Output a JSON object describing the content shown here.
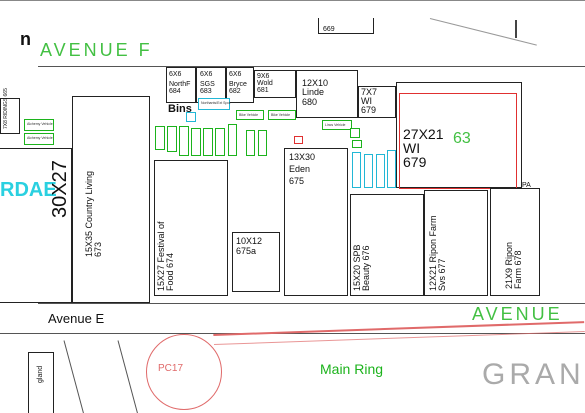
{
  "map": {
    "header_top_left": "n",
    "top_plot_number": "669",
    "avenue_f": "AVENUE F",
    "avenue_e_left": "Avenue E",
    "avenue_e_right": "AVENUE",
    "main_ring": "Main Ring",
    "grand_partial": "GRAN",
    "pc17": "PC17",
    "cut_label_bottom_left": "gland",
    "cut_label_left": "RDAE",
    "pa_marker": "PA",
    "bins": "Bins",
    "big_63": "63",
    "left_narrow": {
      "size": "7X8",
      "name": "RIDINGS",
      "number": "665"
    },
    "plots": [
      {
        "id": "northf",
        "lines": [
          "6X6",
          "NorthF",
          "684"
        ]
      },
      {
        "id": "sgs",
        "lines": [
          "6X6",
          "SGS",
          "683"
        ]
      },
      {
        "id": "bryce",
        "lines": [
          "6X6",
          "Bryce",
          "682"
        ]
      },
      {
        "id": "wold",
        "lines": [
          "9X6",
          "Wold",
          "681"
        ]
      },
      {
        "id": "linde",
        "lines": [
          "12X10",
          "Linde",
          "680"
        ]
      },
      {
        "id": "wi679a",
        "lines": [
          "7X7",
          "WI",
          "679"
        ]
      },
      {
        "id": "wi679b",
        "lines": [
          "27X21",
          "WI",
          "679"
        ]
      },
      {
        "id": "eden",
        "lines": [
          "13X30",
          "Eden",
          "675"
        ]
      },
      {
        "id": "p675a",
        "lines": [
          "10X12",
          "675a"
        ]
      },
      {
        "id": "country",
        "text": "15X35 Country Living 673"
      },
      {
        "id": "festival",
        "text": "15X27 Festival of Food 674"
      },
      {
        "id": "spb",
        "text": "15X20 SPB Beauty 676"
      },
      {
        "id": "ripon_svs",
        "text": "12X21 Ripon Farm Svs 677"
      },
      {
        "id": "ripon_farm",
        "text": "21X9 Ripon Farm 678"
      }
    ],
    "big_left": "30X27",
    "tiny_labels": {
      "alchemy": "Alchemy Vehicle",
      "sw": "Northants/Ext Spot",
      "gr": "Bike Vehicle",
      "lc": "Lincs Vehicle"
    },
    "colors": {
      "avenue_green": "#43c043",
      "cyan": "#22b7d6",
      "stand_green": "#1cb31c",
      "red": "#e03030",
      "ring_red": "#e06a6a"
    }
  }
}
